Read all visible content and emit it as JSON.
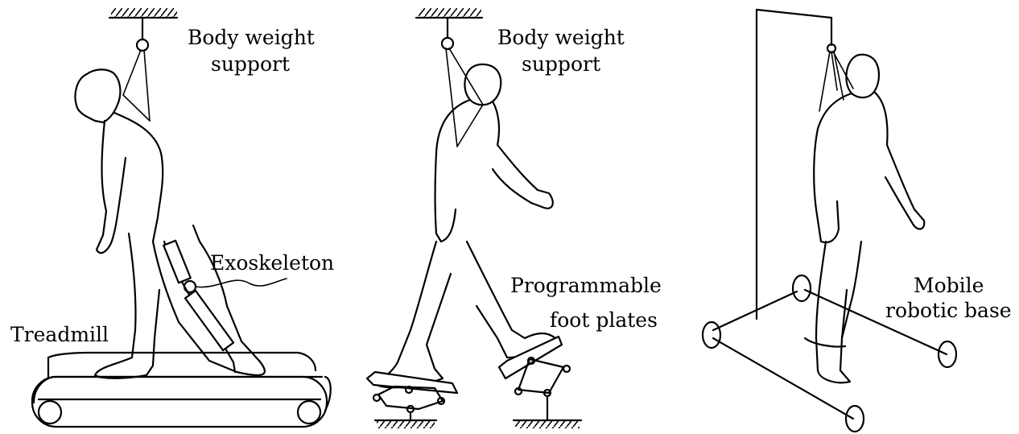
{
  "panel1": {
    "label_bws_line1": "Body weight",
    "label_bws_line2": "support",
    "label_exoskeleton": "Exoskeleton",
    "label_treadmill": "Treadmill"
  },
  "panel2": {
    "label_bws_line1": "Body weight",
    "label_bws_line2": "support",
    "label_footplates_line1": "Programmable",
    "label_footplates_line2": "foot plates"
  },
  "panel3": {
    "label_base_line1": "Mobile",
    "label_base_line2": "robotic base"
  }
}
